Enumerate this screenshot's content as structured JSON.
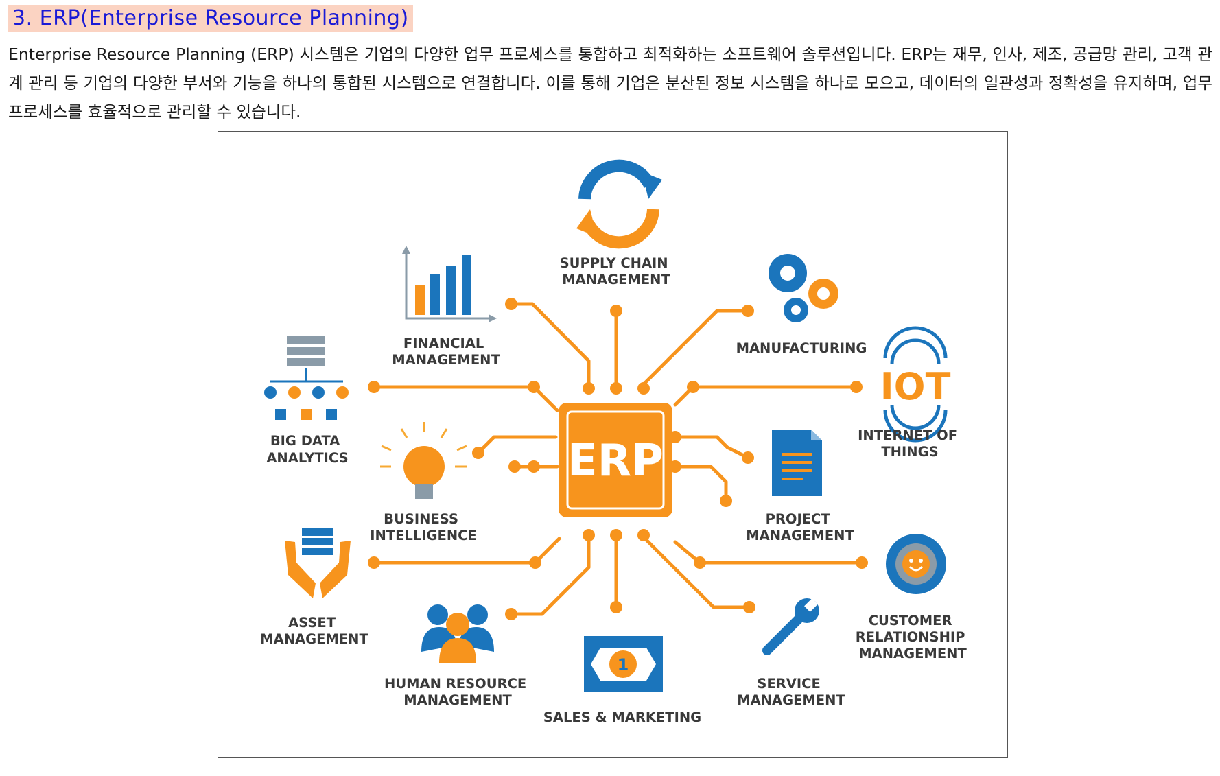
{
  "document": {
    "heading": "3. ERP(Enterprise Resource Planning)",
    "paragraph": "Enterprise Resource Planning (ERP) 시스템은 기업의 다양한 업무 프로세스를 통합하고 최적화하는 소프트웨어 솔루션입니다. ERP는 재무, 인사, 제조, 공급망 관리, 고객 관계 관리 등 기업의 다양한 부서와 기능을 하나의 통합된 시스템으로 연결합니다. 이를 통해 기업은 분산된 정보 시스템을 하나로 모으고, 데이터의 일관성과 정확성을 유지하며, 업무 프로세스를 효율적으로 관리할 수 있습니다."
  },
  "diagram": {
    "center": "ERP",
    "modules": {
      "supply_chain": [
        "SUPPLY CHAIN",
        "MANAGEMENT"
      ],
      "financial": [
        "FINANCIAL",
        "MANAGEMENT"
      ],
      "manufacturing": [
        "MANUFACTURING"
      ],
      "big_data": [
        "BIG DATA",
        "ANALYTICS"
      ],
      "iot": [
        "INTERNET OF",
        "THINGS"
      ],
      "iot_logo": "IOT",
      "business_intelligence": [
        "BUSINESS",
        "INTELLIGENCE"
      ],
      "project": [
        "PROJECT",
        "MANAGEMENT"
      ],
      "asset": [
        "ASSET",
        "MANAGEMENT"
      ],
      "crm": [
        "CUSTOMER",
        "RELATIONSHIP",
        "MANAGEMENT"
      ],
      "human_resource": [
        "HUMAN RESOURCE",
        "MANAGEMENT"
      ],
      "sales": [
        "SALES & MARKETING"
      ],
      "sales_coin": "1",
      "service": [
        "SERVICE",
        "MANAGEMENT"
      ]
    },
    "colors": {
      "orange": "#f7941d",
      "blue": "#1b75bc",
      "gray": "#8a9ba8",
      "text": "#3a3a3a"
    }
  }
}
